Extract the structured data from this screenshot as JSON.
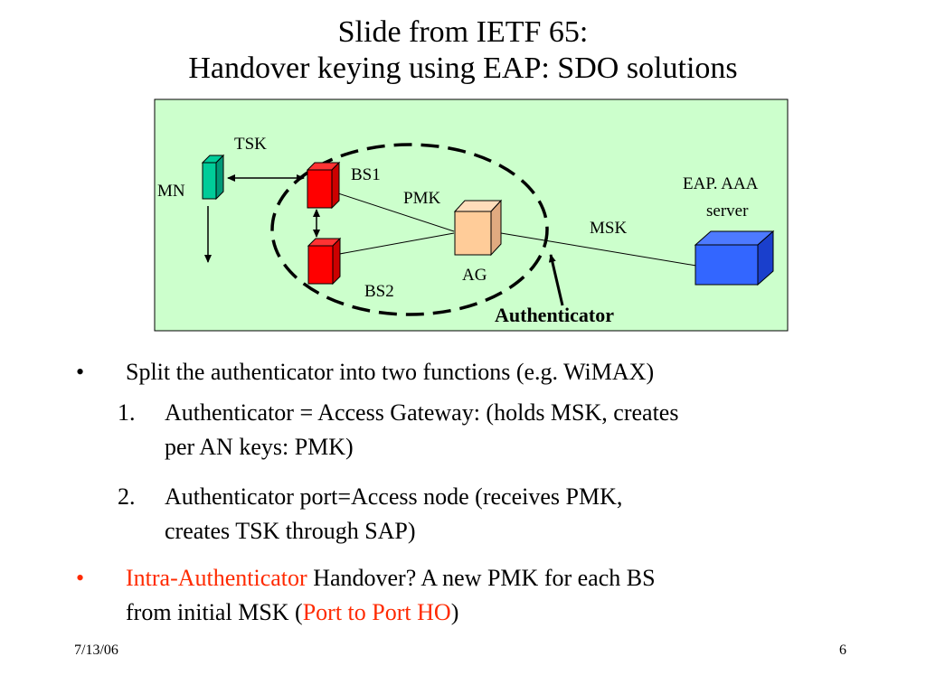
{
  "slide": {
    "title_line1": "Slide from IETF 65:",
    "title_line2": "Handover keying using EAP: SDO solutions",
    "date": "7/13/06",
    "page_number": "6"
  },
  "diagram": {
    "background_color": "#ccffcc",
    "labels": {
      "tsk": "TSK",
      "mn": "MN",
      "bs1": "BS1",
      "bs2": "BS2",
      "pmk": "PMK",
      "ag": "AG",
      "msk": "MSK",
      "server_line1": "EAP. AAA",
      "server_line2": "server",
      "authenticator": "Authenticator"
    },
    "colors": {
      "mn_box": "#00cc99",
      "bs_box": "#ff0000",
      "ag_box": "#ffcc99",
      "server_box": "#3366ff"
    }
  },
  "bullets": {
    "b1_marker": "•",
    "b1_text": "Split the authenticator into two functions (e.g. WiMAX)",
    "s1_marker": "1.",
    "s1_line1": "Authenticator = Access Gateway: (holds MSK, creates",
    "s1_line2": "per AN keys: PMK)",
    "s2_marker": "2.",
    "s2_line1": "Authenticator port=Access node (receives PMK,",
    "s2_line2": "creates TSK through SAP)",
    "b2_marker": "•",
    "b2_red1": "Intra-Authenticator",
    "b2_text1": " Handover? A new PMK for each BS",
    "b2_text2a": "from initial MSK (",
    "b2_red2": "Port to Port HO",
    "b2_text2b": ")"
  }
}
